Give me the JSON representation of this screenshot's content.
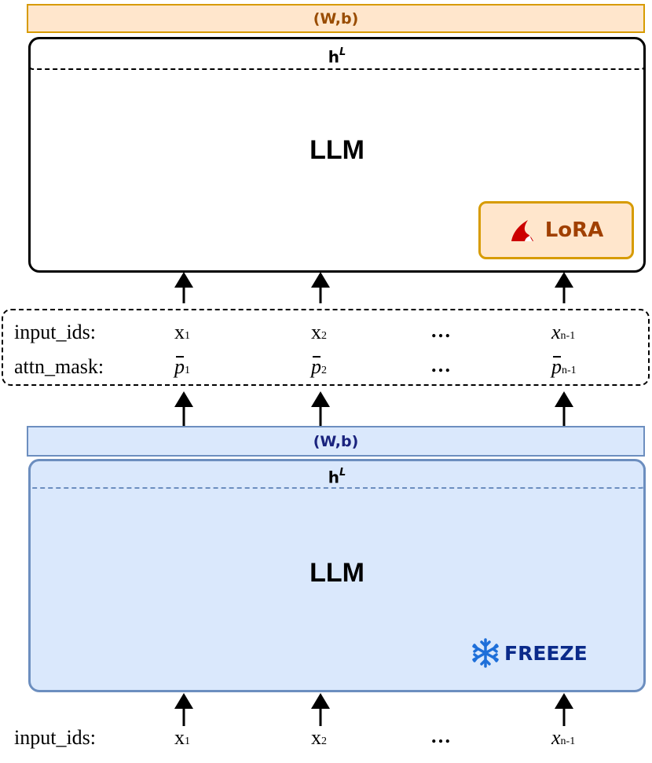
{
  "top": {
    "head_label": "(W,b)",
    "hidden_label": "h",
    "hidden_sup": "L",
    "title": "LLM",
    "lora_label": "LoRA",
    "colors": {
      "head_fill": "#ffe6cc",
      "head_border": "#d79b00",
      "box_border": "#000000",
      "lora_text": "#a04000",
      "lora_icon": "#cc0000"
    }
  },
  "middle": {
    "row1_label": "input_ids:",
    "row2_label": "attn_mask:",
    "tokens": [
      {
        "base": "x",
        "sub": "1"
      },
      {
        "base": "x",
        "sub": "2"
      },
      {
        "base": "…",
        "sub": ""
      },
      {
        "base": "x",
        "sub": "n-1"
      }
    ],
    "masks": [
      {
        "base": "p",
        "sub": "1"
      },
      {
        "base": "p",
        "sub": "2"
      },
      {
        "base": "…",
        "sub": ""
      },
      {
        "base": "p",
        "sub": "n-1"
      }
    ]
  },
  "bottom": {
    "head_label": "(W,b)",
    "hidden_label": "h",
    "hidden_sup": "L",
    "title": "LLM",
    "freeze_label": "FREEZE",
    "colors": {
      "fill": "#dae8fc",
      "border": "#6c8ebf",
      "head_text": "#1a237e",
      "freeze_text": "#0a2a8a",
      "snowflake": "#1e6fd9"
    }
  },
  "input_row": {
    "label": "input_ids:",
    "tokens": [
      {
        "base": "x",
        "sub": "1"
      },
      {
        "base": "x",
        "sub": "2"
      },
      {
        "base": "…",
        "sub": ""
      },
      {
        "base": "x",
        "sub": "n-1"
      }
    ]
  }
}
